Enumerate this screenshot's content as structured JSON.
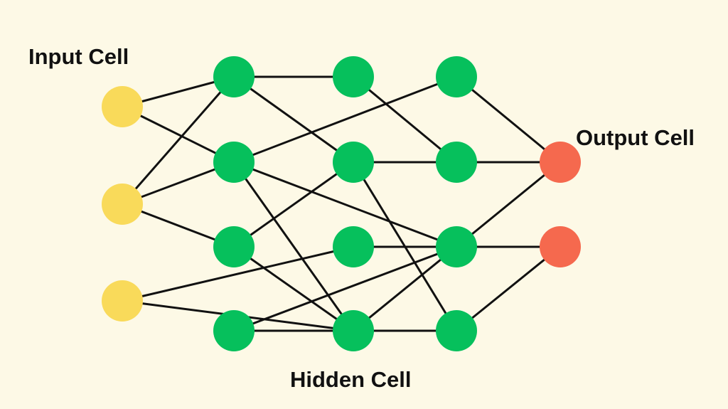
{
  "labels": {
    "input": "Input Cell",
    "output": "Output Cell",
    "hidden": "Hidden Cell"
  },
  "colors": {
    "background": "#fdf9e6",
    "input_node": "#f9da5a",
    "hidden_node": "#06c05c",
    "output_node": "#f5694e",
    "edge": "#111111",
    "text": "#111111"
  },
  "network": {
    "layers": [
      {
        "name": "input-layer",
        "type": "input",
        "nodes": [
          "i1",
          "i2",
          "i3"
        ]
      },
      {
        "name": "hidden-layer-1",
        "type": "hidden",
        "nodes": [
          "h1a",
          "h1b",
          "h1c",
          "h1d"
        ]
      },
      {
        "name": "hidden-layer-2",
        "type": "hidden",
        "nodes": [
          "h2a",
          "h2b",
          "h2c",
          "h2d"
        ]
      },
      {
        "name": "hidden-layer-3",
        "type": "hidden",
        "nodes": [
          "h3a",
          "h3b",
          "h3c",
          "h3d"
        ]
      },
      {
        "name": "output-layer",
        "type": "output",
        "nodes": [
          "o1",
          "o2"
        ]
      }
    ],
    "edges": [
      [
        "i1",
        "h1a"
      ],
      [
        "i1",
        "h1b"
      ],
      [
        "i2",
        "h1a"
      ],
      [
        "i2",
        "h1b"
      ],
      [
        "i2",
        "h1c"
      ],
      [
        "i3",
        "h2c"
      ],
      [
        "i3",
        "h2d"
      ],
      [
        "h1a",
        "h2a"
      ],
      [
        "h1a",
        "h2b"
      ],
      [
        "h1b",
        "h3a"
      ],
      [
        "h1b",
        "h3c"
      ],
      [
        "h1b",
        "h2d"
      ],
      [
        "h1c",
        "h2b"
      ],
      [
        "h1c",
        "h2d"
      ],
      [
        "h1d",
        "h2d"
      ],
      [
        "h1d",
        "h3c"
      ],
      [
        "h2a",
        "h3b"
      ],
      [
        "h2b",
        "h3b"
      ],
      [
        "h2b",
        "h3d"
      ],
      [
        "h2c",
        "h3c"
      ],
      [
        "h2d",
        "h3c"
      ],
      [
        "h2d",
        "h3d"
      ],
      [
        "h3a",
        "o1"
      ],
      [
        "h3b",
        "o1"
      ],
      [
        "h3c",
        "o1"
      ],
      [
        "h3c",
        "o2"
      ],
      [
        "h3d",
        "o2"
      ]
    ]
  }
}
